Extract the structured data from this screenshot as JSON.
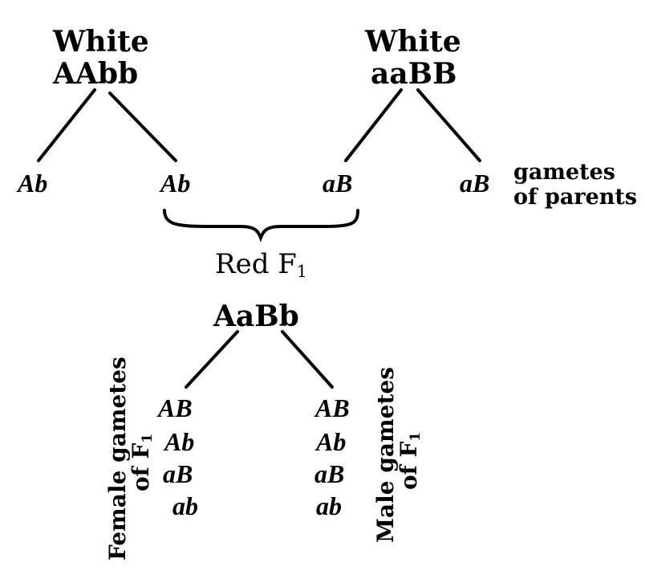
{
  "parent_left": {
    "phenotype": "White",
    "genotype": "AAbb"
  },
  "parent_right": {
    "phenotype": "White",
    "genotype": "aaBB"
  },
  "parent_gametes": [
    "Ab",
    "Ab",
    "aB",
    "aB"
  ],
  "parent_gametes_note": {
    "line1": "gametes",
    "line2": "of parents"
  },
  "f1": {
    "label": "Red F",
    "subscript": "1",
    "genotype": "AaBb"
  },
  "female_gametes": {
    "label_line1": "Female gametes",
    "label_line2": "of F",
    "subscript": "1",
    "items": [
      "AB",
      "Ab",
      "aB",
      "ab"
    ]
  },
  "male_gametes": {
    "label_line1": "Male gametes",
    "label_line2": "of F",
    "subscript": "1",
    "items": [
      "AB",
      "Ab",
      "aB",
      "ab"
    ]
  },
  "colors": {
    "ink": "#000000",
    "background": "#ffffff"
  }
}
